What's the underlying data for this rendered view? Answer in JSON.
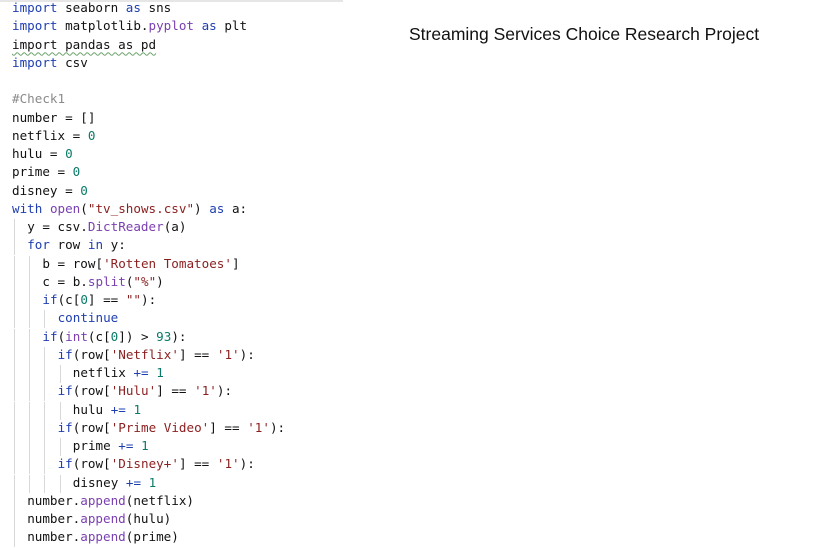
{
  "title": "Streaming Services Choice Research Project",
  "editor": {
    "lines": [
      {
        "indent": 0,
        "tokens": [
          {
            "text": "import",
            "kind": "kw"
          },
          {
            "text": " seaborn ",
            "kind": "plain"
          },
          {
            "text": "as",
            "kind": "kw"
          },
          {
            "text": " sns",
            "kind": "plain"
          }
        ]
      },
      {
        "indent": 0,
        "tokens": [
          {
            "text": "import",
            "kind": "kw"
          },
          {
            "text": " matplotlib.",
            "kind": "plain"
          },
          {
            "text": "pyplot",
            "kind": "fn"
          },
          {
            "text": " ",
            "kind": "plain"
          },
          {
            "text": "as",
            "kind": "kw"
          },
          {
            "text": " plt",
            "kind": "plain"
          }
        ]
      },
      {
        "indent": 0,
        "tokens": [
          {
            "text": "import pandas as pd",
            "kind": "squiggle"
          }
        ]
      },
      {
        "indent": 0,
        "tokens": [
          {
            "text": "import",
            "kind": "kw"
          },
          {
            "text": " csv",
            "kind": "plain"
          }
        ]
      },
      {
        "indent": 0,
        "tokens": []
      },
      {
        "indent": 0,
        "tokens": [
          {
            "text": "#Check1",
            "kind": "cmt"
          }
        ]
      },
      {
        "indent": 0,
        "tokens": [
          {
            "text": "number = []",
            "kind": "plain"
          }
        ]
      },
      {
        "indent": 0,
        "tokens": [
          {
            "text": "netflix = ",
            "kind": "plain"
          },
          {
            "text": "0",
            "kind": "num"
          }
        ]
      },
      {
        "indent": 0,
        "tokens": [
          {
            "text": "hulu = ",
            "kind": "plain"
          },
          {
            "text": "0",
            "kind": "num"
          }
        ]
      },
      {
        "indent": 0,
        "tokens": [
          {
            "text": "prime = ",
            "kind": "plain"
          },
          {
            "text": "0",
            "kind": "num"
          }
        ]
      },
      {
        "indent": 0,
        "tokens": [
          {
            "text": "disney = ",
            "kind": "plain"
          },
          {
            "text": "0",
            "kind": "num"
          }
        ]
      },
      {
        "indent": 0,
        "tokens": [
          {
            "text": "with",
            "kind": "kw"
          },
          {
            "text": " ",
            "kind": "plain"
          },
          {
            "text": "open",
            "kind": "fn"
          },
          {
            "text": "(",
            "kind": "plain"
          },
          {
            "text": "\"tv_shows.csv\"",
            "kind": "str"
          },
          {
            "text": ") ",
            "kind": "plain"
          },
          {
            "text": "as",
            "kind": "kw"
          },
          {
            "text": " a:",
            "kind": "plain"
          }
        ]
      },
      {
        "indent": 1,
        "tokens": [
          {
            "text": "y = csv.",
            "kind": "plain"
          },
          {
            "text": "DictReader",
            "kind": "fn"
          },
          {
            "text": "(a)",
            "kind": "plain"
          }
        ]
      },
      {
        "indent": 1,
        "tokens": [
          {
            "text": "for",
            "kind": "kw"
          },
          {
            "text": " row ",
            "kind": "plain"
          },
          {
            "text": "in",
            "kind": "kw"
          },
          {
            "text": " y:",
            "kind": "plain"
          }
        ]
      },
      {
        "indent": 2,
        "tokens": [
          {
            "text": "b = row[",
            "kind": "plain"
          },
          {
            "text": "'Rotten Tomatoes'",
            "kind": "str"
          },
          {
            "text": "]",
            "kind": "plain"
          }
        ]
      },
      {
        "indent": 2,
        "tokens": [
          {
            "text": "c = b.",
            "kind": "plain"
          },
          {
            "text": "split",
            "kind": "fn"
          },
          {
            "text": "(",
            "kind": "plain"
          },
          {
            "text": "\"%\"",
            "kind": "str"
          },
          {
            "text": ")",
            "kind": "plain"
          }
        ]
      },
      {
        "indent": 2,
        "tokens": [
          {
            "text": "if",
            "kind": "kw"
          },
          {
            "text": "(c[",
            "kind": "plain"
          },
          {
            "text": "0",
            "kind": "num"
          },
          {
            "text": "] == ",
            "kind": "plain"
          },
          {
            "text": "\"\"",
            "kind": "str"
          },
          {
            "text": "):",
            "kind": "plain"
          }
        ]
      },
      {
        "indent": 3,
        "tokens": [
          {
            "text": "continue",
            "kind": "kw"
          }
        ]
      },
      {
        "indent": 2,
        "tokens": [
          {
            "text": "if",
            "kind": "kw"
          },
          {
            "text": "(",
            "kind": "plain"
          },
          {
            "text": "int",
            "kind": "fn"
          },
          {
            "text": "(c[",
            "kind": "plain"
          },
          {
            "text": "0",
            "kind": "num"
          },
          {
            "text": "]) > ",
            "kind": "plain"
          },
          {
            "text": "93",
            "kind": "num"
          },
          {
            "text": "):",
            "kind": "plain"
          }
        ]
      },
      {
        "indent": 3,
        "tokens": [
          {
            "text": "if",
            "kind": "kw"
          },
          {
            "text": "(row[",
            "kind": "plain"
          },
          {
            "text": "'Netflix'",
            "kind": "str"
          },
          {
            "text": "] == ",
            "kind": "plain"
          },
          {
            "text": "'1'",
            "kind": "str"
          },
          {
            "text": "):",
            "kind": "plain"
          }
        ]
      },
      {
        "indent": 4,
        "tokens": [
          {
            "text": "netflix ",
            "kind": "plain"
          },
          {
            "text": "+=",
            "kind": "kw"
          },
          {
            "text": " ",
            "kind": "plain"
          },
          {
            "text": "1",
            "kind": "num"
          }
        ]
      },
      {
        "indent": 3,
        "tokens": [
          {
            "text": "if",
            "kind": "kw"
          },
          {
            "text": "(row[",
            "kind": "plain"
          },
          {
            "text": "'Hulu'",
            "kind": "str"
          },
          {
            "text": "] == ",
            "kind": "plain"
          },
          {
            "text": "'1'",
            "kind": "str"
          },
          {
            "text": "):",
            "kind": "plain"
          }
        ]
      },
      {
        "indent": 4,
        "tokens": [
          {
            "text": "hulu ",
            "kind": "plain"
          },
          {
            "text": "+=",
            "kind": "kw"
          },
          {
            "text": " ",
            "kind": "plain"
          },
          {
            "text": "1",
            "kind": "num"
          }
        ]
      },
      {
        "indent": 3,
        "tokens": [
          {
            "text": "if",
            "kind": "kw"
          },
          {
            "text": "(row[",
            "kind": "plain"
          },
          {
            "text": "'Prime Video'",
            "kind": "str"
          },
          {
            "text": "] == ",
            "kind": "plain"
          },
          {
            "text": "'1'",
            "kind": "str"
          },
          {
            "text": "):",
            "kind": "plain"
          }
        ]
      },
      {
        "indent": 4,
        "tokens": [
          {
            "text": "prime ",
            "kind": "plain"
          },
          {
            "text": "+=",
            "kind": "kw"
          },
          {
            "text": " ",
            "kind": "plain"
          },
          {
            "text": "1",
            "kind": "num"
          }
        ]
      },
      {
        "indent": 3,
        "tokens": [
          {
            "text": "if",
            "kind": "kw"
          },
          {
            "text": "(row[",
            "kind": "plain"
          },
          {
            "text": "'Disney+'",
            "kind": "str"
          },
          {
            "text": "] == ",
            "kind": "plain"
          },
          {
            "text": "'1'",
            "kind": "str"
          },
          {
            "text": "):",
            "kind": "plain"
          }
        ]
      },
      {
        "indent": 4,
        "tokens": [
          {
            "text": "disney ",
            "kind": "plain"
          },
          {
            "text": "+=",
            "kind": "kw"
          },
          {
            "text": " ",
            "kind": "plain"
          },
          {
            "text": "1",
            "kind": "num"
          }
        ]
      },
      {
        "indent": 1,
        "tokens": [
          {
            "text": "number.",
            "kind": "plain"
          },
          {
            "text": "append",
            "kind": "fn"
          },
          {
            "text": "(netflix)",
            "kind": "plain"
          }
        ]
      },
      {
        "indent": 1,
        "tokens": [
          {
            "text": "number.",
            "kind": "plain"
          },
          {
            "text": "append",
            "kind": "fn"
          },
          {
            "text": "(hulu)",
            "kind": "plain"
          }
        ]
      },
      {
        "indent": 1,
        "tokens": [
          {
            "text": "number.",
            "kind": "plain"
          },
          {
            "text": "append",
            "kind": "fn"
          },
          {
            "text": "(prime)",
            "kind": "plain"
          }
        ]
      }
    ]
  }
}
